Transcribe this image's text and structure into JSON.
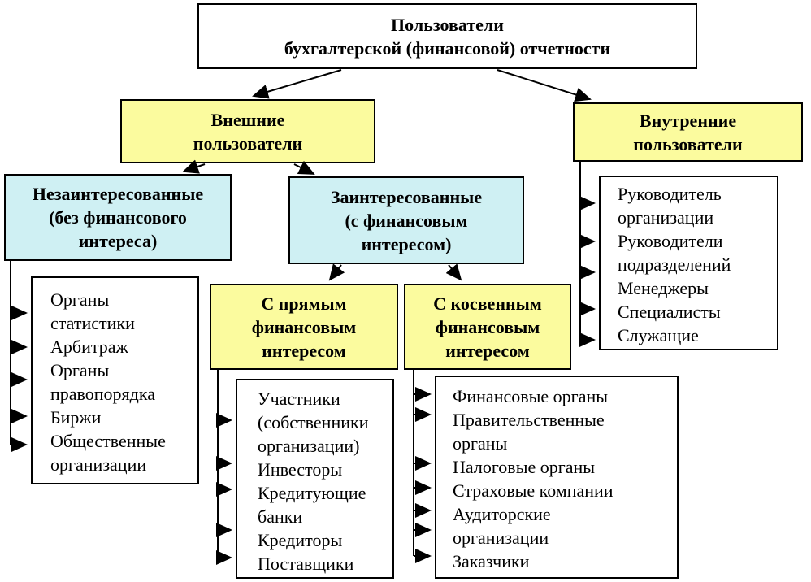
{
  "colors": {
    "node_yellow": "#FBFB9E",
    "node_cyan": "#CFF0F3",
    "node_white": "#FFFFFF",
    "line": "#000000"
  },
  "root": {
    "label": "Пользователи\nбухгалтерской (финансовой) отчетности"
  },
  "external": {
    "label": "Внешние\nпользователи",
    "disinterested": {
      "label": "Незаинтересованные\n(без финансового\nинтереса)",
      "items": [
        "Органы\nстатистики",
        "Арбитраж",
        "Органы\nправопорядка",
        "Биржи",
        "Общественные\nорганизации"
      ]
    },
    "interested": {
      "label": "Заинтересованные\n(с финансовым\nинтересом)",
      "direct": {
        "label": "С прямым\nфинансовым\nинтересом",
        "items": [
          "Участники\n(собственники\nорганизации)",
          "Инвесторы",
          "Кредитующие\nбанки",
          "Кредиторы",
          "Поставщики"
        ]
      },
      "indirect": {
        "label": "С косвенным\nфинансовым\nинтересом",
        "items": [
          "Финансовые органы",
          "Правительственные\nорганы",
          "Налоговые органы",
          "Страховые компании",
          "Аудиторские\nорганизации",
          "Заказчики"
        ]
      }
    }
  },
  "internal": {
    "label": "Внутренние\nпользователи",
    "items": [
      "Руководитель\nорганизации",
      "Руководители\nподразделений",
      "Менеджеры",
      "Специалисты",
      "Служащие"
    ]
  }
}
